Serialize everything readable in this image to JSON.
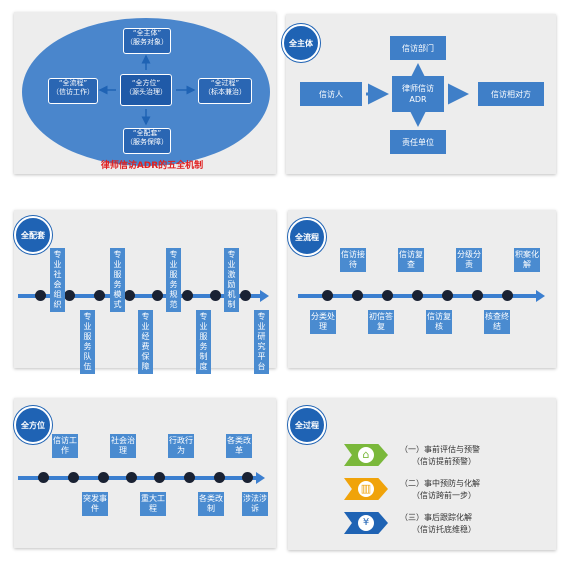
{
  "colors": {
    "accent": "#1f63b4",
    "box": "#3f7fc8",
    "ellipse": "#4a86cc",
    "red": "#e02020",
    "node": "#1a2233"
  },
  "panel1": {
    "center_title": "“全方位”",
    "center_sub": "（源头治理）",
    "top_title": "“全主体”",
    "top_sub": "（服务对象）",
    "left_title": "“全流程”",
    "left_sub": "（信访工作）",
    "right_title": "“全过程”",
    "right_sub": "（标本兼治）",
    "bottom_title": "“全配套”",
    "bottom_sub": "（服务保障）",
    "caption": "律师信访ADR的五全机制"
  },
  "panel2": {
    "badge": "全主体",
    "top": "信访部门",
    "left": "信访人",
    "center": "律师信访 ADR",
    "right": "信访相对方",
    "bottom": "责任单位"
  },
  "panel3": {
    "badge": "全配套",
    "top": [
      "专业社会组织",
      "专业服务模式",
      "专业服务规范",
      "专业激励机制"
    ],
    "bottom": [
      "专业服务队伍",
      "专业经费保障",
      "专业服务制度",
      "专业研究平台"
    ]
  },
  "panel4": {
    "badge": "全流程",
    "top": [
      "信访接待",
      "信访复查",
      "分级分责",
      "积案化解"
    ],
    "bottom": [
      "分类处理",
      "初信答复",
      "信访复核",
      "核查终结"
    ]
  },
  "panel5": {
    "badge": "全方位",
    "top": [
      "信访工作",
      "社会治理",
      "行政行为",
      "各类改革"
    ],
    "bottom": [
      "突发事件",
      "重大工程",
      "各类改制",
      "涉法涉诉"
    ]
  },
  "panel6": {
    "badge": "全过程",
    "items": [
      {
        "title": "（一）事前评估与预警",
        "sub": "（信访提前预警）",
        "color": "#7ab83b",
        "icon": "home-icon",
        "glyph": "⌂"
      },
      {
        "title": "（二）事中预防与化解",
        "sub": "（信访跨前一步）",
        "color": "#f0a30a",
        "icon": "chart-icon",
        "glyph": "▥"
      },
      {
        "title": "（三）事后跟踪化解",
        "sub": "（信访托底维稳）",
        "color": "#1f63b4",
        "icon": "coin-icon",
        "glyph": "¥"
      }
    ]
  }
}
